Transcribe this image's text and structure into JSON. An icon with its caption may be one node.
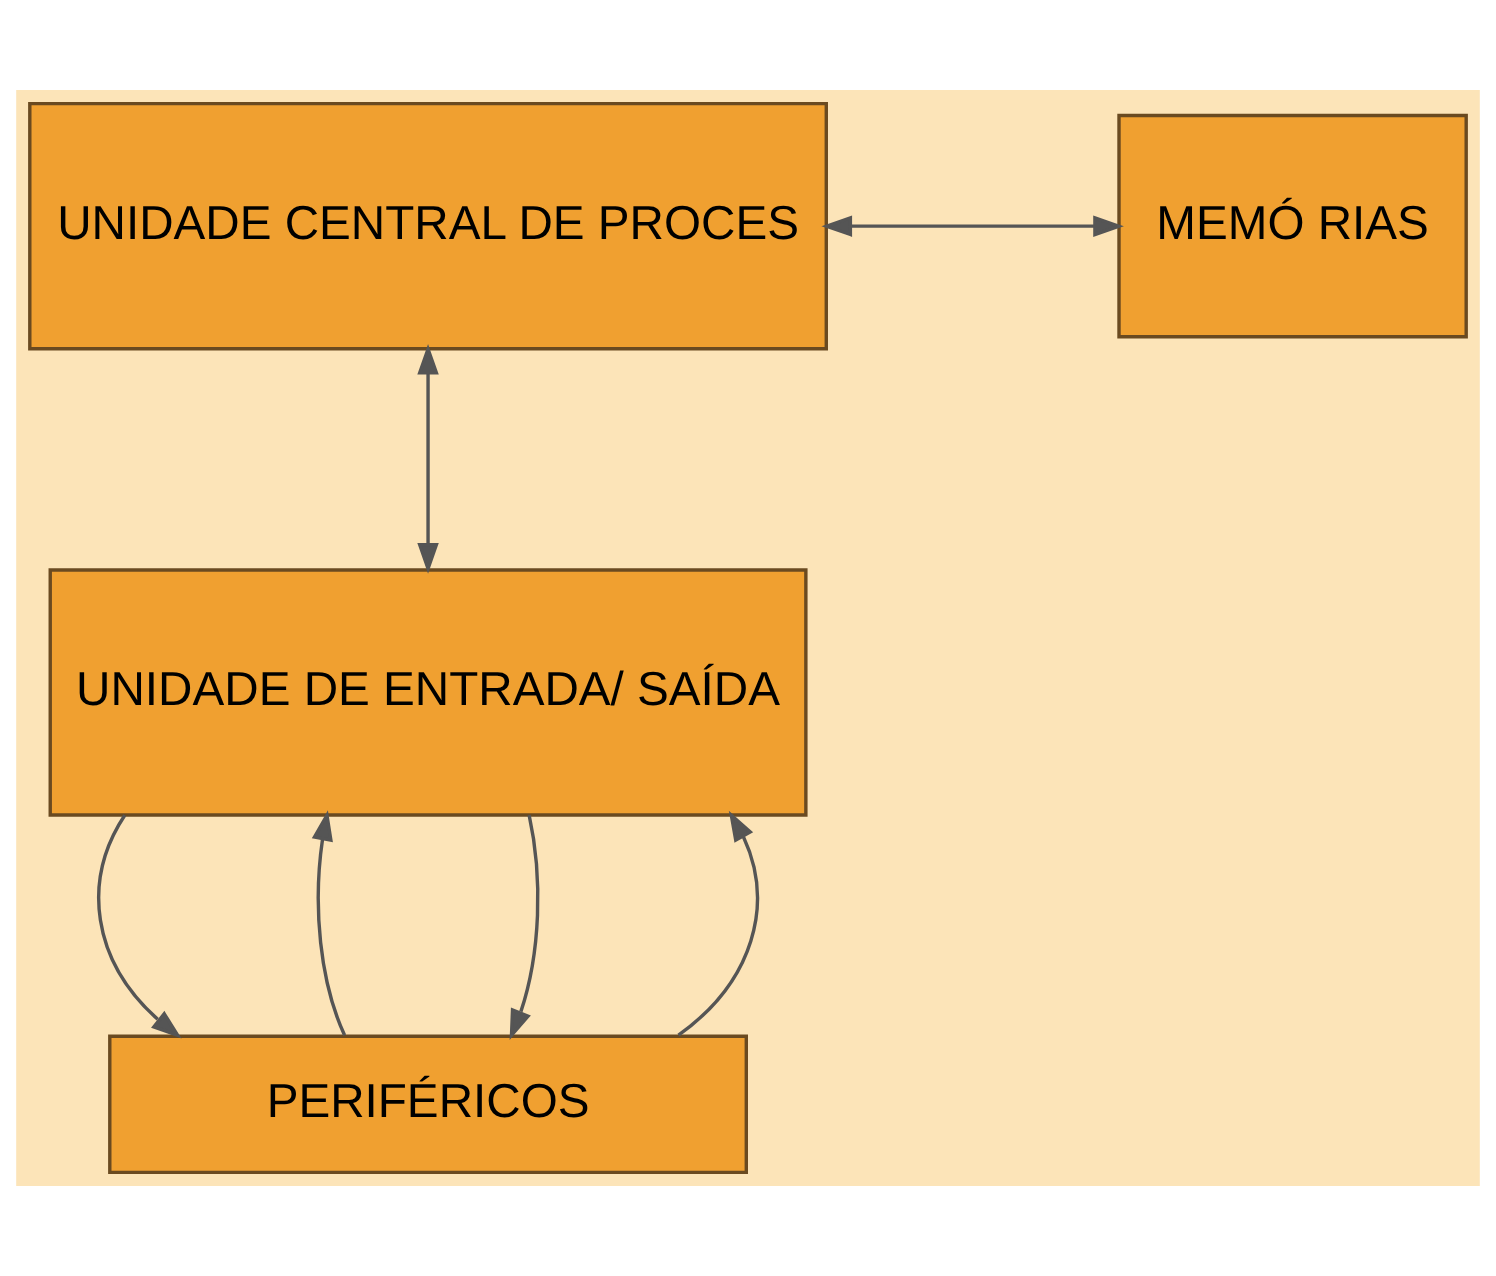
{
  "diagram": {
    "nodes": [
      {
        "text": [
          "UNIDADE CENTRAL DE PROCES"
        ]
      },
      {
        "text": [
          "MEMÓ RIAS"
        ]
      },
      {
        "text": [
          "UNIDADE DE ENTRADA/ SAÍDA"
        ]
      },
      {
        "text": [
          "PERIFÉRICOS"
        ]
      }
    ],
    "edges": [
      {
        "from": 0,
        "to": 1,
        "arrow": "both"
      },
      {
        "from": 0,
        "to": 2,
        "arrow": "both"
      },
      {
        "from": 2,
        "to": 3,
        "arrow": "to"
      },
      {
        "from": 3,
        "to": 2,
        "arrow": "to"
      },
      {
        "from": 2,
        "to": 3,
        "arrow": "to"
      },
      {
        "from": 3,
        "to": 2,
        "arrow": "to"
      }
    ]
  }
}
